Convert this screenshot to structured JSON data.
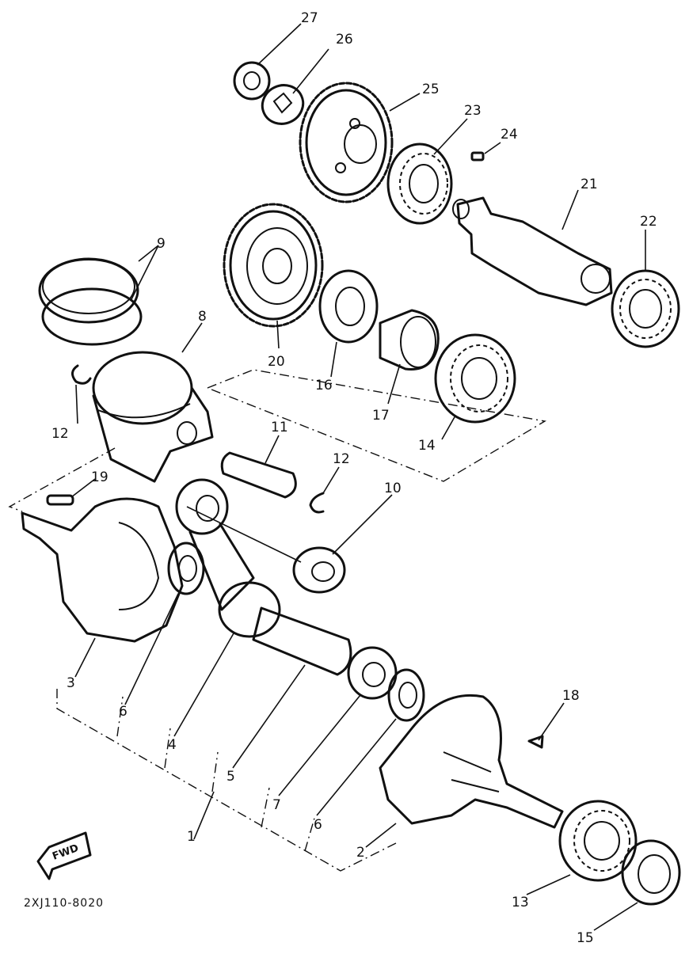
{
  "diagram": {
    "drawing_code": "2XJ110-8020",
    "direction_label": "FWD",
    "callouts": {
      "c1": "1",
      "c2": "2",
      "c3": "3",
      "c4": "4",
      "c5": "5",
      "c6a": "6",
      "c6b": "6",
      "c7": "7",
      "c8": "8",
      "c9": "9",
      "c10": "10",
      "c11": "11",
      "c12a": "12",
      "c12b": "12",
      "c13": "13",
      "c14": "14",
      "c15": "15",
      "c16": "16",
      "c17": "17",
      "c18": "18",
      "c19": "19",
      "c20": "20",
      "c21": "21",
      "c22": "22",
      "c23": "23",
      "c24": "24",
      "c25": "25",
      "c26": "26",
      "c27": "27"
    }
  }
}
